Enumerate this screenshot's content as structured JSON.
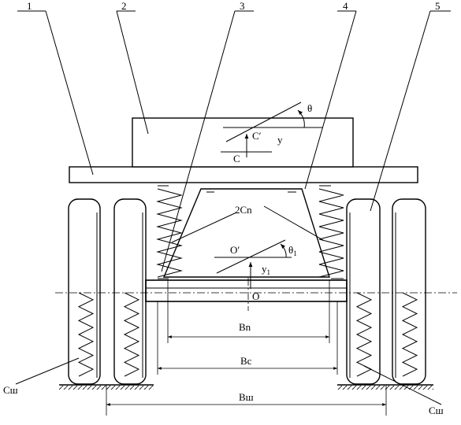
{
  "callouts": [
    "1",
    "2",
    "3",
    "4",
    "5"
  ],
  "labels": {
    "theta": "θ",
    "c_prime": "C′",
    "y": "y",
    "c": "C",
    "spring_2cn": "2Cn",
    "o_prime": "O′",
    "theta1_base": "θ",
    "theta1_sub": "1",
    "y1_base": "y",
    "y1_sub": "1",
    "o": "O",
    "bn": "Bn",
    "bc": "Bc",
    "bsh": "Bш",
    "csh_left": "Сш",
    "csh_right": "Сш"
  }
}
